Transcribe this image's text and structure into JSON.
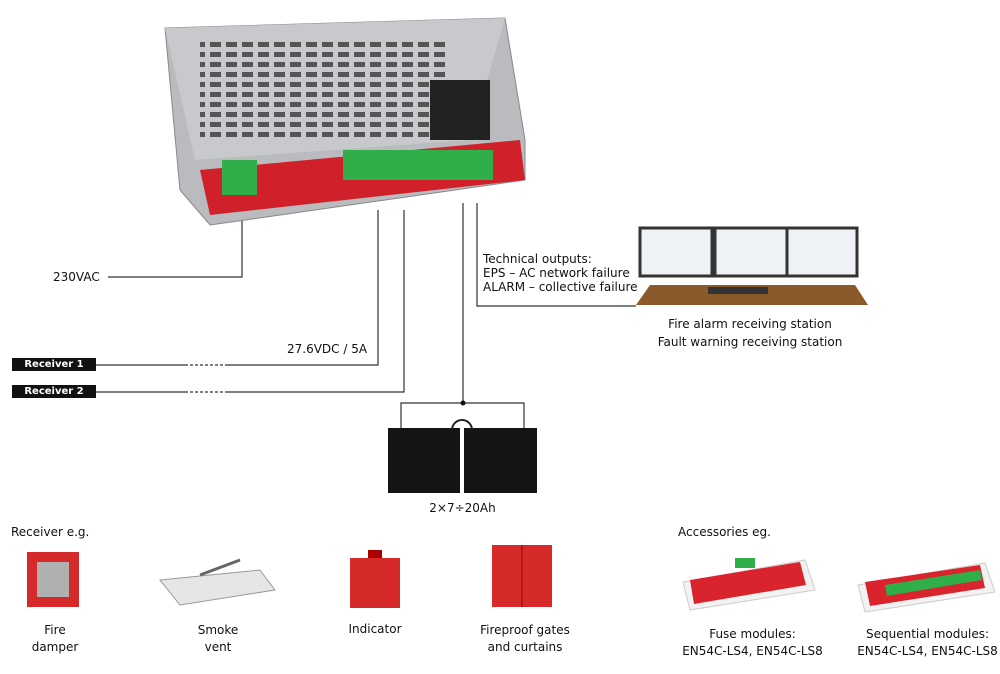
{
  "labels": {
    "vac": "230VAC",
    "vdc": "27.6VDC / 5A",
    "receiver1": "Receiver 1",
    "receiver2": "Receiver 2",
    "tech_title": "Technical outputs:",
    "tech_eps": "EPS – AC network failure",
    "tech_alarm": "ALARM – collective failure",
    "station1": "Fire alarm receiving station",
    "station2": "Fault warning receiving station",
    "battery": "2×7÷20Ah"
  },
  "receivers": {
    "title": "Receiver e.g.",
    "items": [
      {
        "line1": "Fire",
        "line2": "damper"
      },
      {
        "line1": "Smoke",
        "line2": "vent"
      },
      {
        "line1": "Indicator",
        "line2": ""
      },
      {
        "line1": "Fireproof gates",
        "line2": "and curtains"
      }
    ]
  },
  "accessories": {
    "title": "Accessories eg.",
    "items": [
      {
        "line1": "Fuse modules:",
        "line2": "EN54C-LS4, EN54C-LS8"
      },
      {
        "line1": "Sequential modules:",
        "line2": "EN54C-LS4, EN54C-LS8"
      }
    ]
  }
}
